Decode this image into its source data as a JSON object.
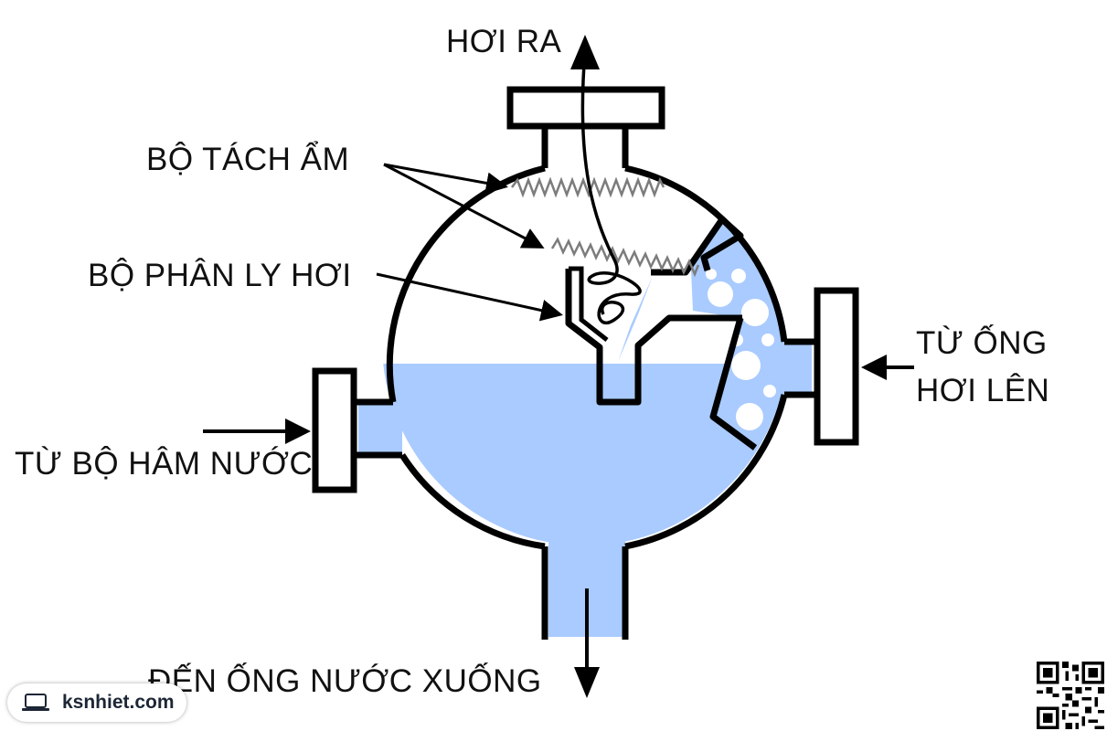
{
  "labels": {
    "steam_out": "HƠI RA",
    "moisture_separator": "BỘ TÁCH ẨM",
    "steam_separator": "BỘ PHÂN LY HƠI",
    "from_economizer": "TỪ BỘ HÂM NƯỚC",
    "from_riser_line1": "TỪ ỐNG",
    "from_riser_line2": "HƠI LÊN",
    "to_downcomer": "ĐẾN ỐNG NƯỚC XUỐNG"
  },
  "watermark": {
    "website": "ksnhiet.com"
  },
  "colors": {
    "water": "#a9cbff",
    "outline": "#000000",
    "mesh": "#7c7c7c",
    "bubble": "#ffffff"
  }
}
